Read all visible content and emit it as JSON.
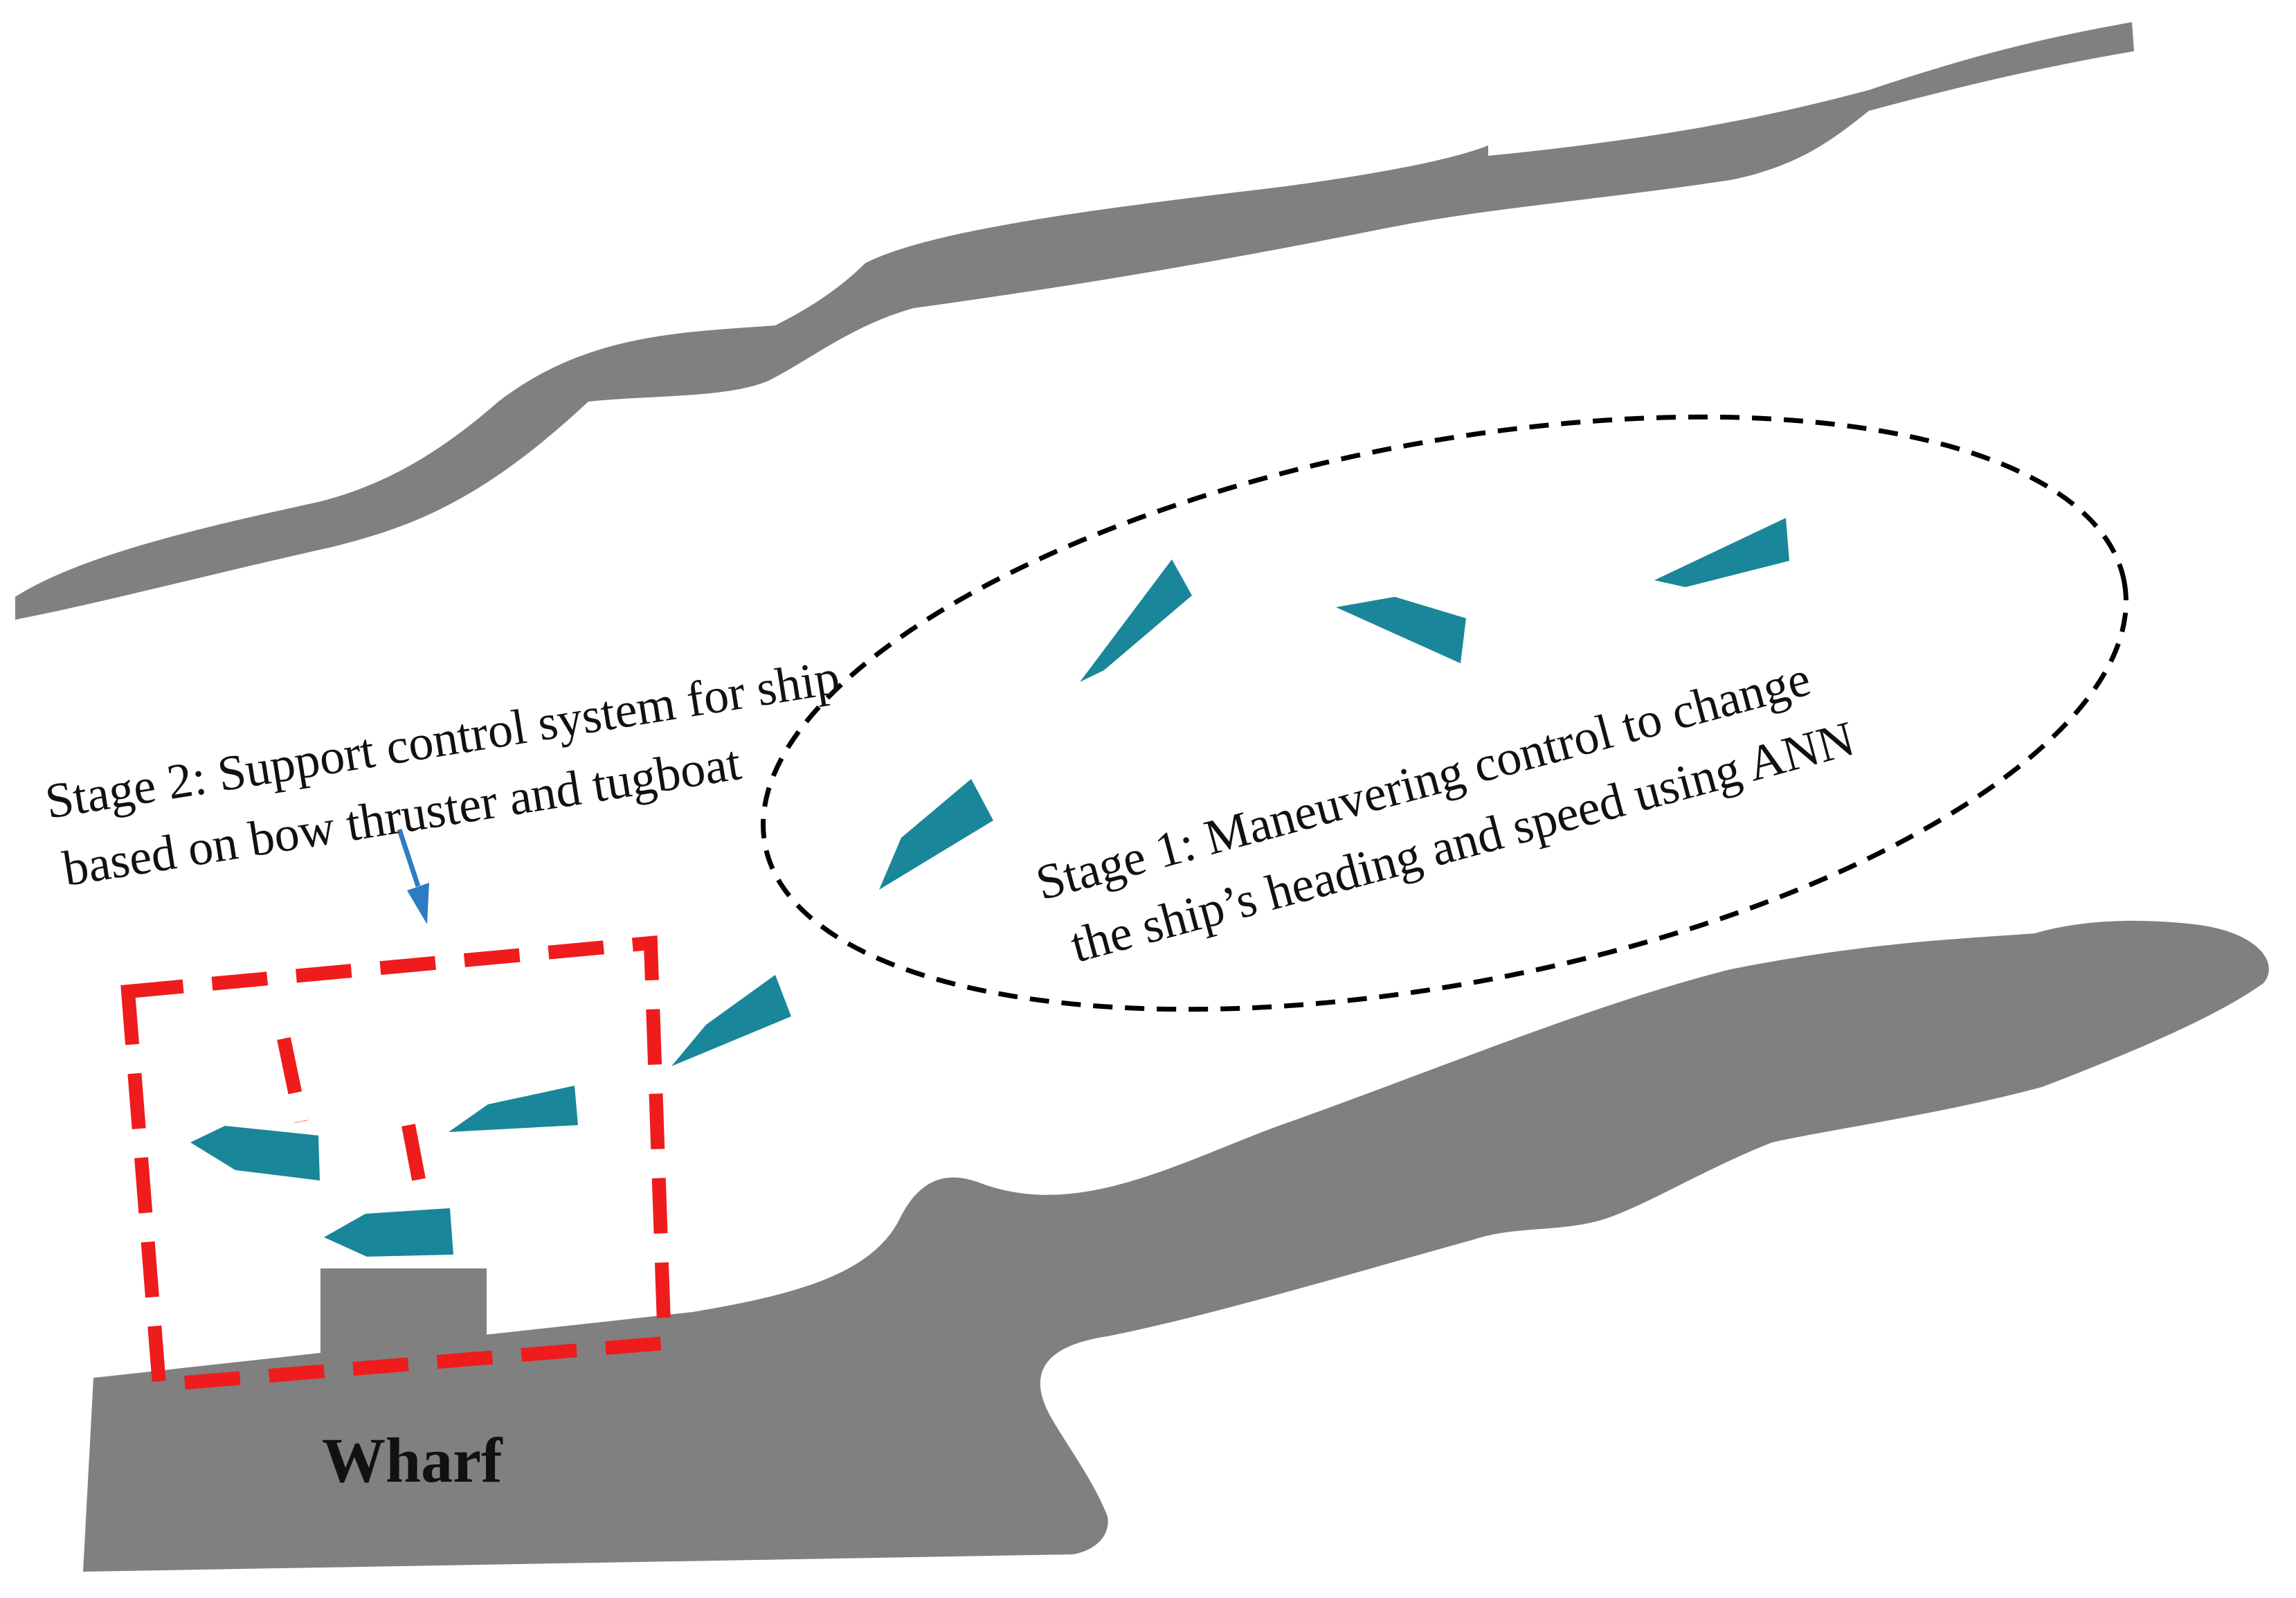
{
  "labels": {
    "stage1_line1": "Stage 1: Maneuvering control to change",
    "stage1_line2": "the ship’s heading and speed using ANN",
    "stage2_line1": "Stage 2: Support control system for ship",
    "stage2_line2": "based on bow thruster and tugboat",
    "wharf": "Wharf"
  },
  "colors": {
    "land": "#808080",
    "ship": "#1a8699",
    "stage1_outline": "#000000",
    "stage2_outline": "#ee1c1c",
    "tug_line": "#ee1c1c",
    "arrow": "#2e7bc4",
    "background": "#ffffff"
  },
  "icons": {
    "ship": "ship-icon",
    "arrow": "down-arrow-icon"
  }
}
